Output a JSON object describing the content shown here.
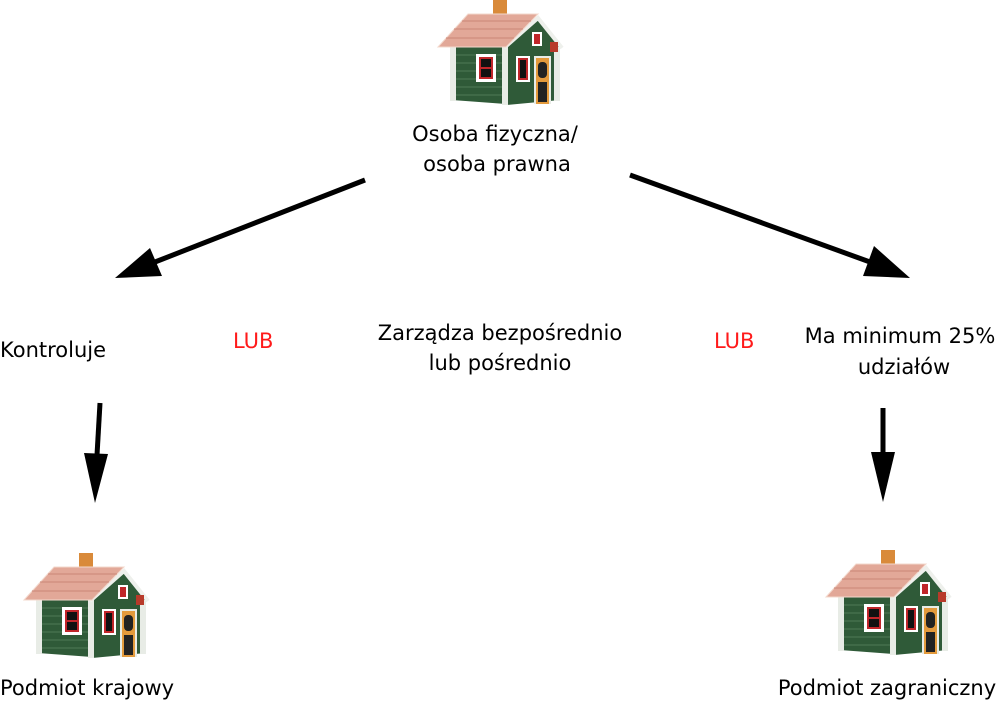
{
  "top_node": {
    "line1": "Osoba fizyczna/",
    "line2": "osoba prawna",
    "icon": "house-icon"
  },
  "conditions": {
    "left": "Kontroluje",
    "or_left": "LUB",
    "middle_line1": "Zarządza bezpośrednio",
    "middle_line2": "lub pośrednio",
    "or_right": "LUB",
    "right_line1": "Ma minimum 25%",
    "right_line2": "udziałów"
  },
  "bottom_left": {
    "label": "Podmiot krajowy",
    "icon": "house-icon"
  },
  "bottom_right": {
    "label": "Podmiot zagraniczny",
    "icon": "house-icon"
  },
  "colors": {
    "or_text": "#ff1a1a",
    "arrow": "#000000",
    "house_wall": "#2f5a38",
    "roof": "#e2a898"
  }
}
